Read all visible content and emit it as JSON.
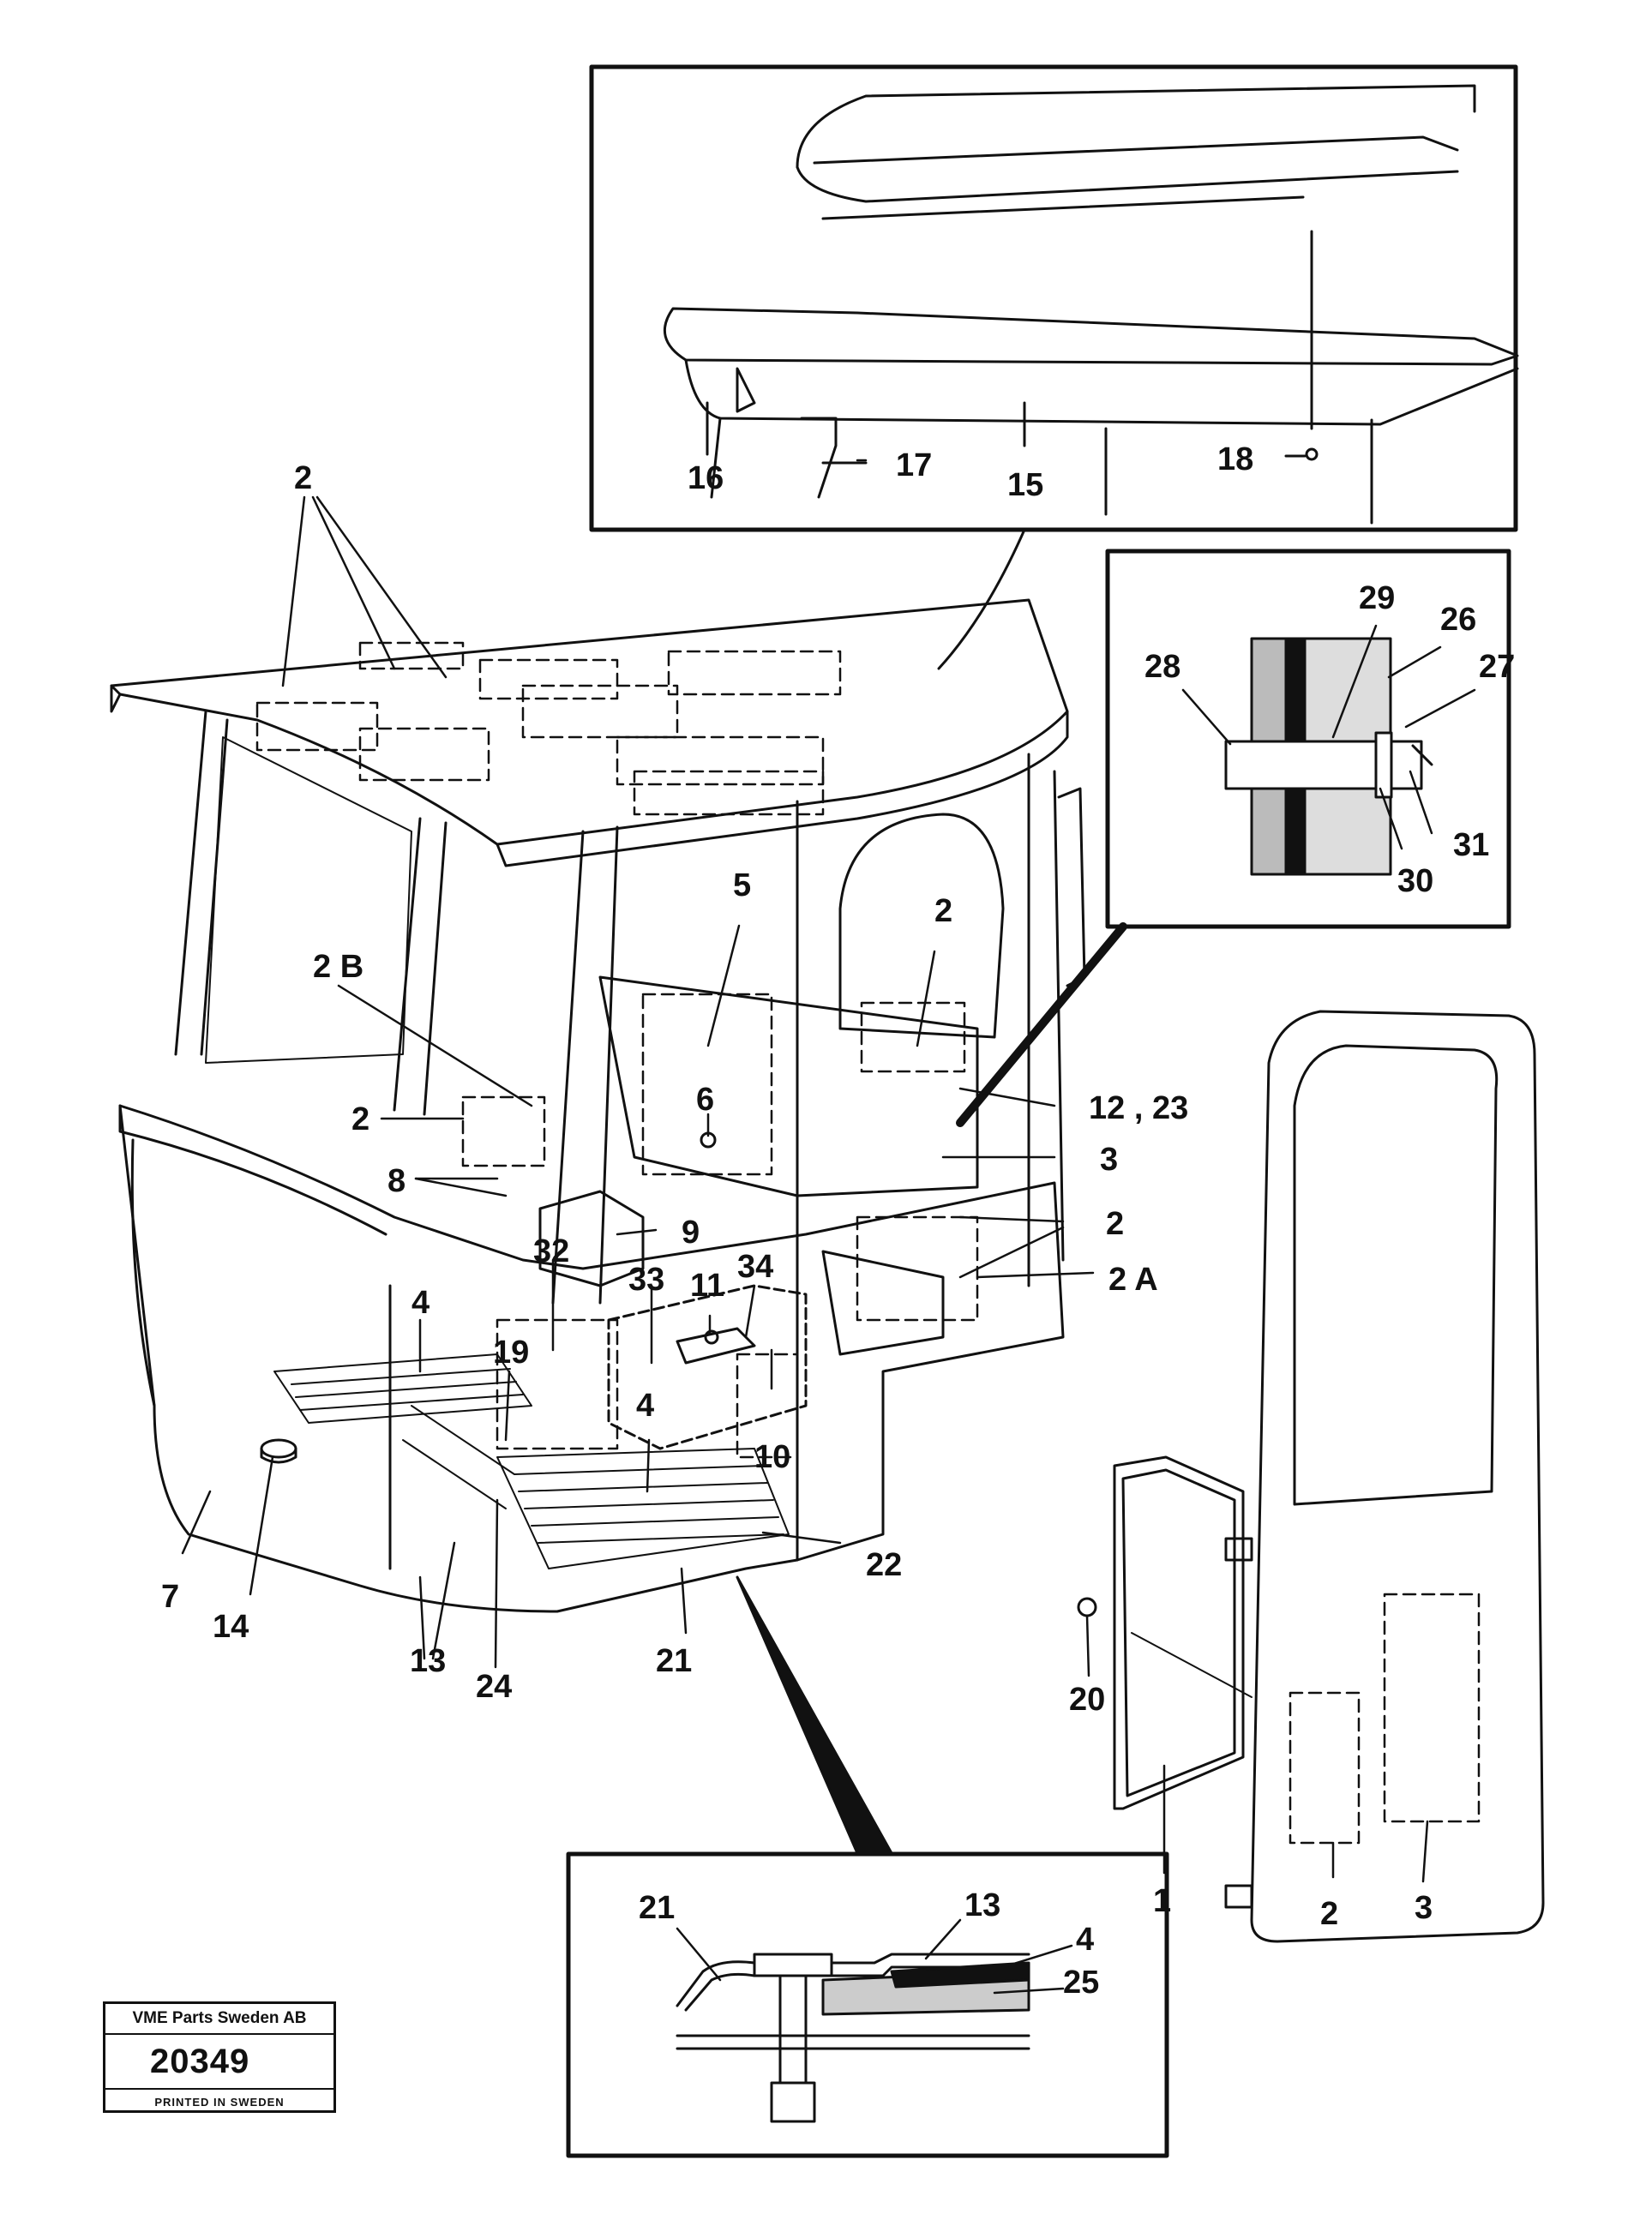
{
  "diagram": {
    "callouts": {
      "c2_roof": "2",
      "c2b": "2 B",
      "c2_left": "2",
      "c5": "5",
      "c2_rear": "2",
      "c6": "6",
      "c12_23": "12 , 23",
      "c3_rear": "3",
      "c8": "8",
      "c32": "32",
      "c9": "9",
      "c2_side": "2",
      "c2a": "2 A",
      "c33": "33",
      "c11": "11",
      "c34": "34",
      "c4_left": "4",
      "c19": "19",
      "c4_front": "4",
      "c10": "10",
      "c22": "22",
      "c7": "7",
      "c14": "14",
      "c13": "13",
      "c24": "24",
      "c21": "21",
      "c20": "20",
      "c1": "1",
      "c2_door": "2",
      "c3_door": "3"
    },
    "roof_detail": {
      "c16": "16",
      "c17": "17",
      "c15": "15",
      "c18": "18"
    },
    "bolt_detail": {
      "c29": "29",
      "c26": "26",
      "c28": "28",
      "c27": "27",
      "c31": "31",
      "c30": "30"
    },
    "floor_detail": {
      "c21": "21",
      "c13": "13",
      "c4": "4",
      "c25": "25"
    }
  },
  "stamp": {
    "company": "VME Parts Sweden AB",
    "number": "20349",
    "footer": "PRINTED IN SWEDEN"
  }
}
